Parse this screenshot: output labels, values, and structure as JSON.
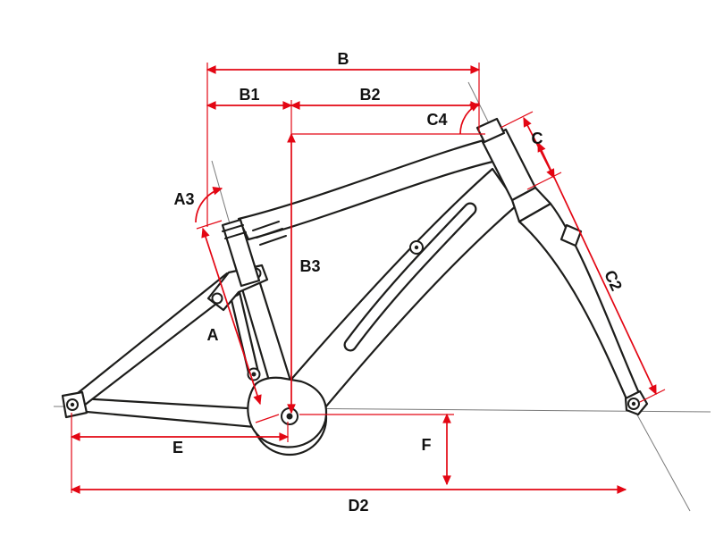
{
  "title": "Bicycle frame geometry diagram",
  "colors": {
    "dimension": "#e30613",
    "frame": "#1d1d1b",
    "label": "#111111",
    "background": "#ffffff"
  },
  "labels": {
    "b": "B",
    "b1": "B1",
    "b2": "B2",
    "b3": "B3",
    "a": "A",
    "a3": "A3",
    "c": "C",
    "c2": "C2",
    "c4": "C4",
    "e": "E",
    "f": "F",
    "d2": "D2"
  }
}
